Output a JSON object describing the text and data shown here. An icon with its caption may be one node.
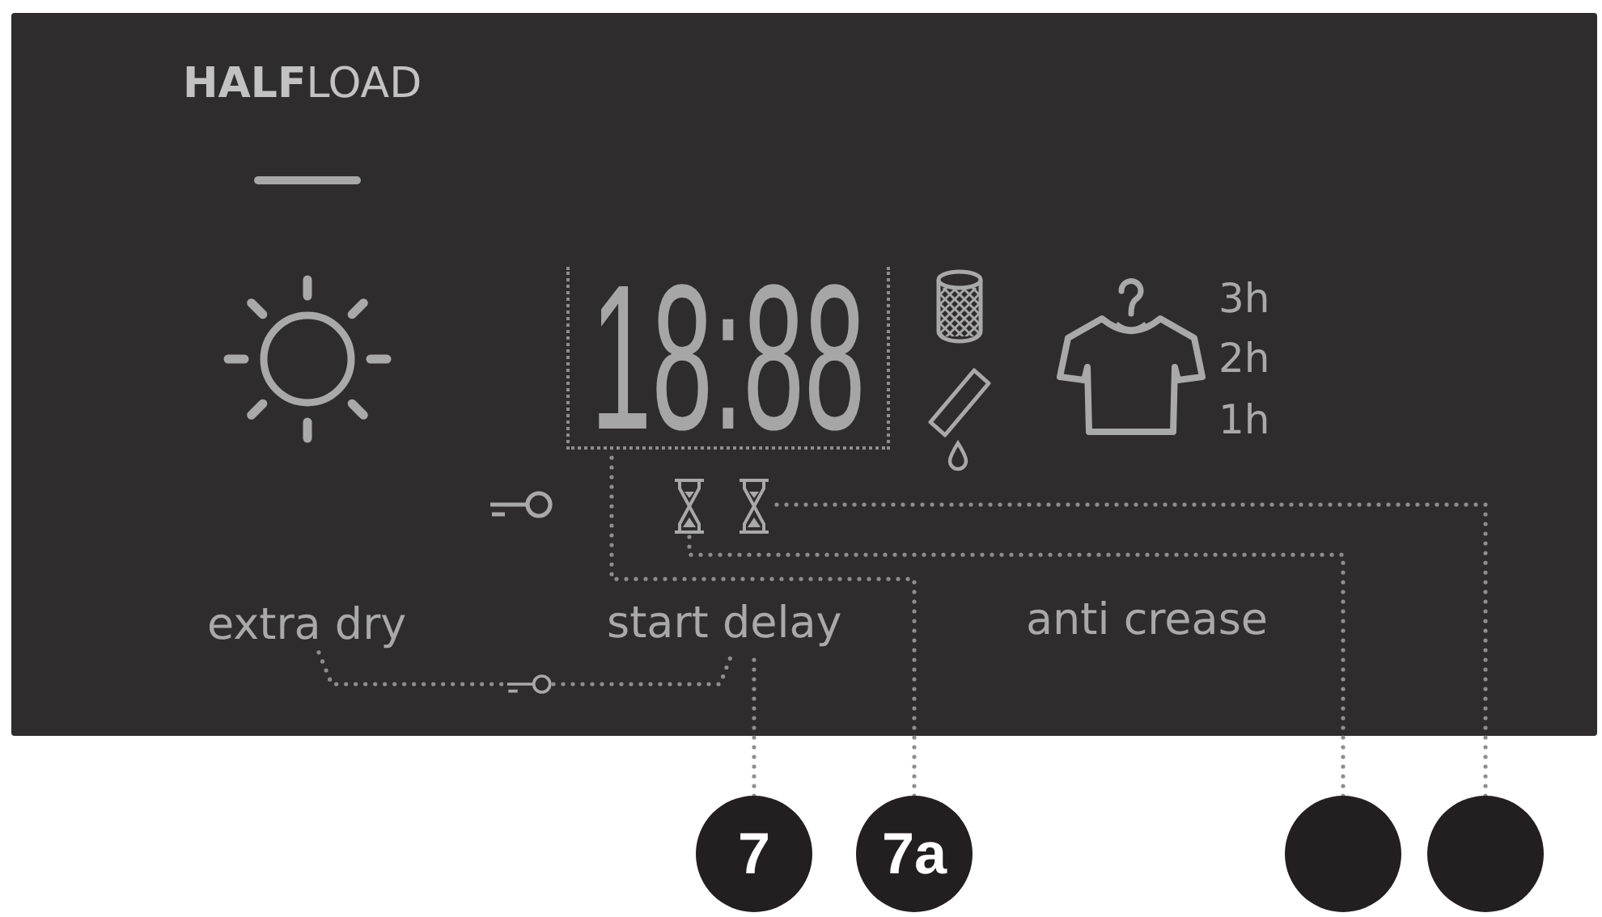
{
  "diagram": {
    "nodes": [
      {
        "text": [
          "18:88"
        ]
      },
      {
        "text": [],
        "shape": "picture"
      },
      {
        "text": [],
        "shape": "picture"
      },
      {
        "text": [
          "extra dry"
        ]
      },
      {
        "text": [],
        "shape": "picture"
      },
      {
        "text": [
          "start delay"
        ]
      },
      {
        "text": [
          "7"
        ]
      },
      {
        "text": [
          "7a"
        ]
      },
      {
        "text": [],
        "shape": "circle"
      },
      {
        "text": [],
        "shape": "circle"
      }
    ],
    "edges": [
      {
        "from": 3,
        "to": 4,
        "arrow": "none",
        "style": "dashed"
      },
      {
        "from": 4,
        "to": 5,
        "arrow": "none",
        "style": "dashed"
      },
      {
        "from": 6,
        "to": 5,
        "arrow": "none",
        "style": "dashed"
      },
      {
        "from": 7,
        "to": 0,
        "arrow": "none",
        "style": "dashed"
      },
      {
        "from": 8,
        "to": 1,
        "arrow": "none",
        "style": "dashed"
      },
      {
        "from": 9,
        "to": 2,
        "arrow": "none",
        "style": "dashed"
      }
    ],
    "labels": [
      "**HALF**LOAD",
      "3h",
      "2h",
      "1h",
      "anti crease"
    ]
  }
}
